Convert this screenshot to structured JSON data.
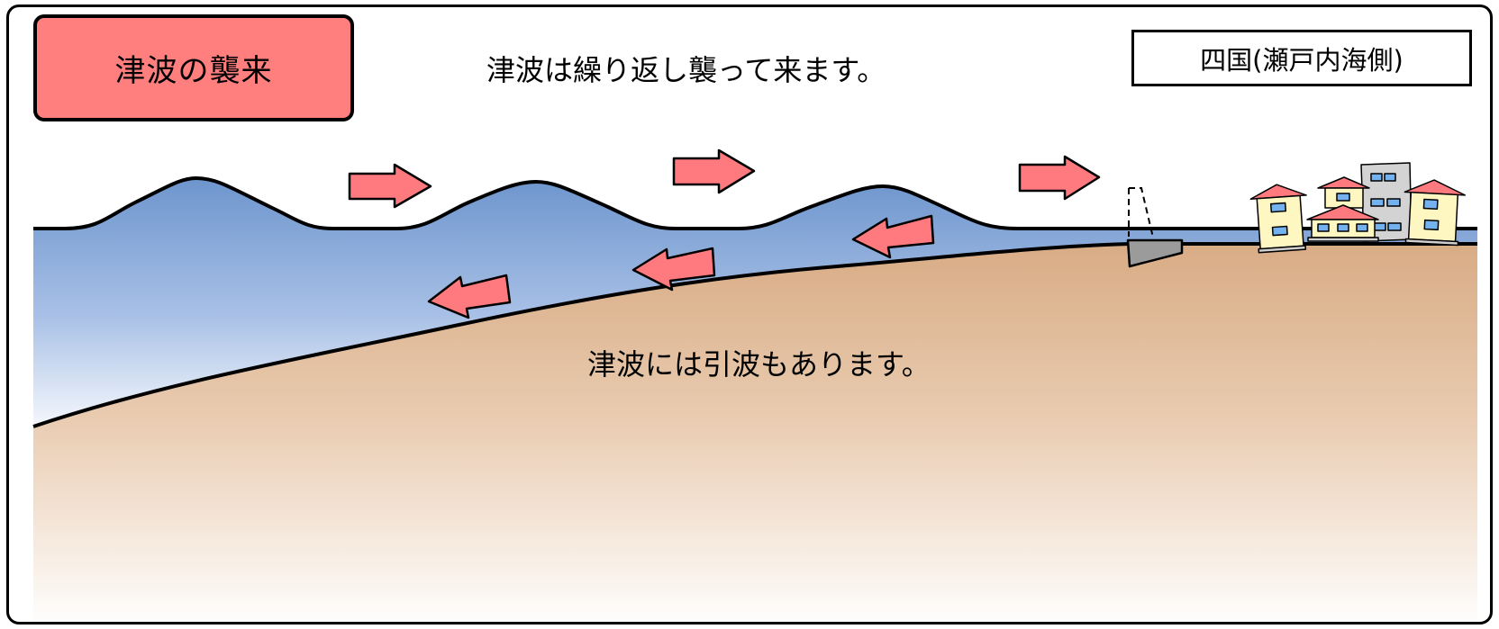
{
  "header": {
    "title": "津波の襲来",
    "region_label": "四国(瀬戸内海側)"
  },
  "captions": {
    "repeat_waves": "津波は繰り返し襲って来ます。",
    "backwash": "津波には引波もあります。"
  },
  "colors": {
    "badge_fill": "#ff7f7f",
    "arrow_fill": "#ff7a7f",
    "sea_top": "#6d95cd",
    "sea_bottom": "#f4f7fc",
    "land_top": "#d8ac85",
    "land_bottom": "#ffffff",
    "outline": "#000000"
  },
  "icons": {
    "incoming_arrows": "right-arrow-icon",
    "backwash_arrows": "left-arrow-icon",
    "houses": "house-icon",
    "building": "building-icon",
    "seawall": "seawall-icon"
  }
}
